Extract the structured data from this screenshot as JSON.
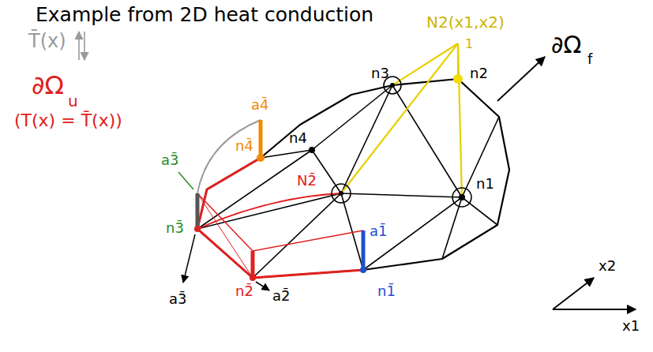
{
  "diagram": {
    "title": "Example from 2D heat conduction",
    "labels": [
      "N2(x1,x2)",
      "1",
      "∂Ω",
      "f",
      "T̄(x)",
      "∂Ω",
      "u",
      "(T(x) = T̄(x))",
      "n3",
      "n2",
      "n4",
      "n1",
      "a4̄",
      "n4̄",
      "N2̄",
      "a3̄",
      "n3̄",
      "a3̄",
      "n2̄",
      "a2̄",
      "n1̄",
      "a1̄",
      "x2",
      "x1"
    ]
  }
}
